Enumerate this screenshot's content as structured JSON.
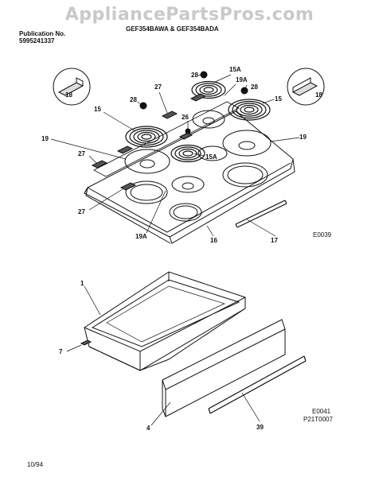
{
  "watermark": "AppliancePartsPros.com",
  "header": {
    "publication_label": "Publication No.",
    "publication_number": "5995241337",
    "model": "GEF354BAWA & GEF354BADA"
  },
  "callouts": {
    "p1": "1",
    "p4": "4",
    "p7": "7",
    "p15_left": "15",
    "p15_right": "15",
    "p15a_top": "15A",
    "p15a_mid": "15A",
    "p16": "16",
    "p17": "17",
    "p18_left": "18",
    "p18_right": "18",
    "p19_left": "19",
    "p19_right": "19",
    "p19a_top": "19A",
    "p19a_bottom": "19A",
    "p26": "26",
    "p27_top": "27",
    "p27_left": "27",
    "p27_bottom": "27",
    "p28_left": "28",
    "p28_top": "28",
    "p28_right": "28",
    "p39": "39"
  },
  "codes": {
    "top_view": "E0039",
    "drawer_view": "E0041",
    "part_page": "P21T0007"
  },
  "footer": {
    "date": "10/94"
  }
}
